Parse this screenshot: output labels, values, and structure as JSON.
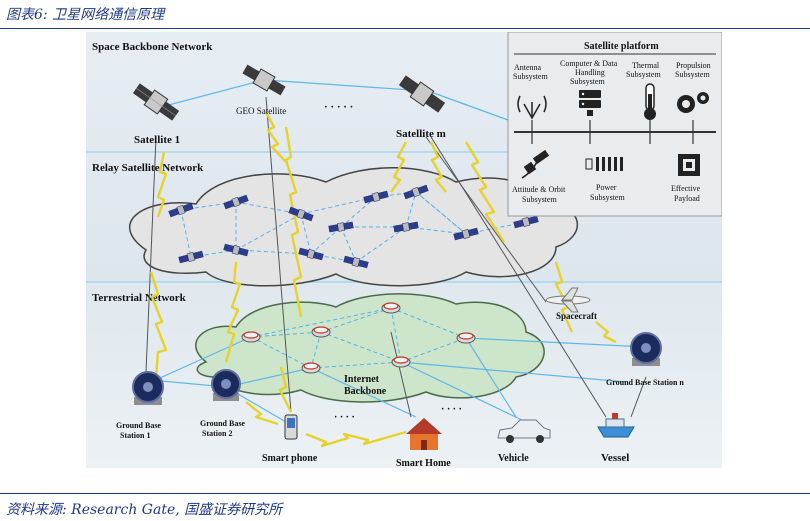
{
  "caption": "图表6:  卫星网络通信原理",
  "source": "资料来源: Research Gate, 国盛证券研究所",
  "layers": {
    "space": "Space Backbone Network",
    "relay": "Relay Satellite Network",
    "terrestrial": "Terrestrial Network"
  },
  "satellites": {
    "sat1": "Satellite 1",
    "geo": "GEO Satellite",
    "satm": "Satellite m",
    "dots": "· · · · ·"
  },
  "platform": {
    "title": "Satellite platform",
    "antenna": [
      "Antenna",
      "Subsystem"
    ],
    "cdh": [
      "Computer & Data",
      "Handling",
      "Subsystem"
    ],
    "thermal": [
      "Thermal",
      "Subsystem"
    ],
    "propulsion": [
      "Propulsion",
      "Subsystem"
    ],
    "attitude": [
      "Attitude & Orbit",
      "Subsystem"
    ],
    "power": [
      "Power",
      "Subsystem"
    ],
    "payload": [
      "Effective",
      "Payload"
    ]
  },
  "ground": {
    "internet": [
      "Internet",
      "Backbone"
    ],
    "gbs1": [
      "Ground Base",
      "Station 1"
    ],
    "gbs2": [
      "Ground Base",
      "Station 2"
    ],
    "gbsn": "Ground Base Station n",
    "smartphone": "Smart phone",
    "smarthome": "Smart Home",
    "vehicle": "Vehicle",
    "vessel": "Vessel",
    "spacecraft": "Spacecraft",
    "dots": "· · · ·"
  }
}
